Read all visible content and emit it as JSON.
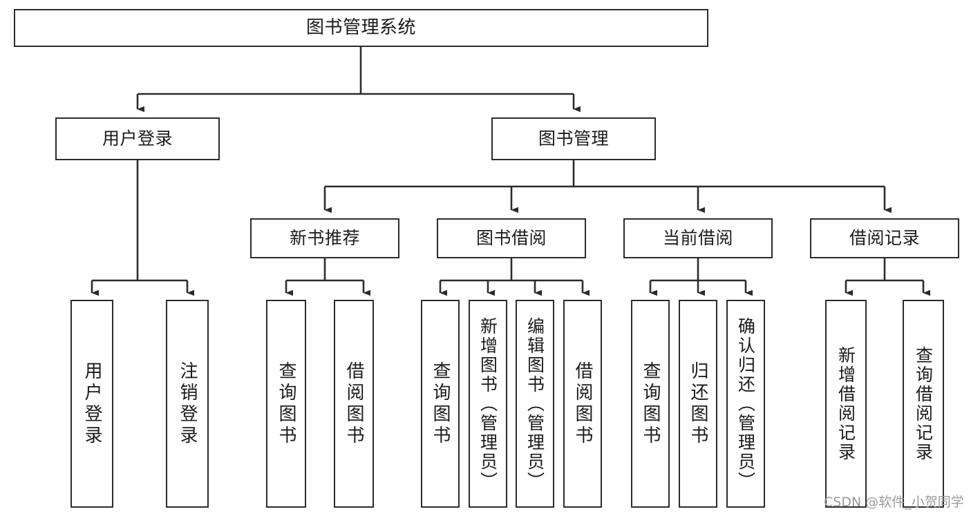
{
  "diagram": {
    "type": "tree",
    "title": "图书管理系统",
    "orientation": "top-down",
    "edge_style": "orthogonal-arrow",
    "colors": {
      "stroke": "#2b2b2b",
      "fill": "#ffffff",
      "text": "#1b1b1b",
      "watermark": "#9a9a9a"
    }
  },
  "nodes": {
    "root": {
      "label": "图书管理系统"
    },
    "level2": [
      {
        "id": "user-login",
        "label": "用户登录"
      },
      {
        "id": "book-management",
        "label": "图书管理"
      }
    ],
    "level3": [
      {
        "id": "new-book-recommend",
        "label": "新书推荐"
      },
      {
        "id": "book-borrow",
        "label": "图书借阅"
      },
      {
        "id": "current-borrow",
        "label": "当前借阅"
      },
      {
        "id": "borrow-record",
        "label": "借阅记录"
      }
    ],
    "leaves": [
      {
        "id": "leaf-user-login",
        "label": "用户登录",
        "parent": "user-login"
      },
      {
        "id": "leaf-logout-login",
        "label": "注销登录",
        "parent": "user-login"
      },
      {
        "id": "leaf-query-book-1",
        "label": "查询图书",
        "parent": "new-book-recommend"
      },
      {
        "id": "leaf-borrow-book-1",
        "label": "借阅图书",
        "parent": "new-book-recommend"
      },
      {
        "id": "leaf-query-book-2",
        "label": "查询图书",
        "parent": "book-borrow"
      },
      {
        "id": "leaf-add-book",
        "label": "新增图书（管理员）",
        "parent": "book-borrow"
      },
      {
        "id": "leaf-edit-book",
        "label": "编辑图书（管理员）",
        "parent": "book-borrow"
      },
      {
        "id": "leaf-borrow-book-2",
        "label": "借阅图书",
        "parent": "book-borrow"
      },
      {
        "id": "leaf-query-book-3",
        "label": "查询图书",
        "parent": "current-borrow"
      },
      {
        "id": "leaf-return-book",
        "label": "归还图书",
        "parent": "current-borrow"
      },
      {
        "id": "leaf-confirm-return",
        "label": "确认归还（管理员）",
        "parent": "current-borrow"
      },
      {
        "id": "leaf-add-record",
        "label": "新增借阅记录",
        "parent": "borrow-record"
      },
      {
        "id": "leaf-query-record",
        "label": "查询借阅记录",
        "parent": "borrow-record"
      }
    ]
  },
  "watermark": {
    "text": "CSDN @软件_小贺同学"
  }
}
